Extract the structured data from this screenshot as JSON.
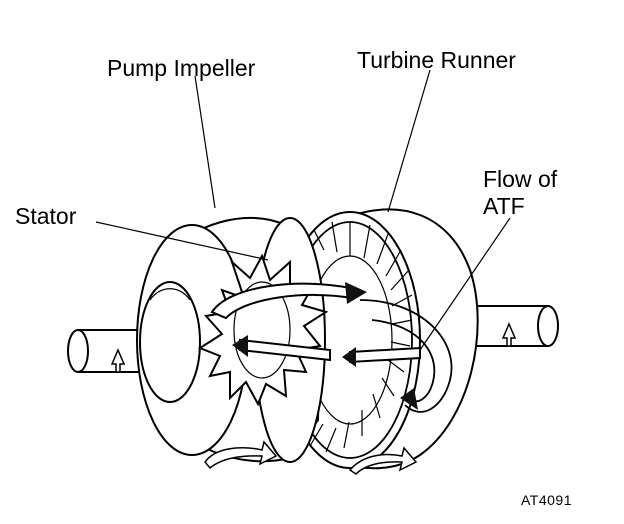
{
  "labels": {
    "pump_impeller": "Pump Impeller",
    "turbine_runner": "Turbine Runner",
    "stator": "Stator",
    "flow_of_atf_line1": "Flow of",
    "flow_of_atf_line2": "ATF",
    "figure_code": "AT4091"
  }
}
